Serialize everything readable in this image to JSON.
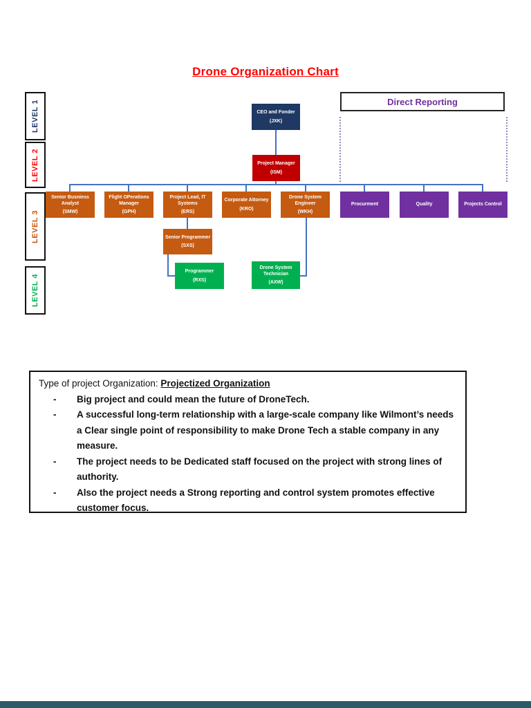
{
  "page": {
    "title": "Drone Organization Chart"
  },
  "legend": {
    "direct_reporting": "Direct Reporting"
  },
  "levels": [
    {
      "label": "LEVEL 1",
      "color": "#1F3864"
    },
    {
      "label": "LEVEL 2",
      "color": "#FF0000"
    },
    {
      "label": "LEVEL 3",
      "color": "#C55A11"
    },
    {
      "label": "LEVEL 4",
      "color": "#00B050"
    }
  ],
  "chart": {
    "nodes": [
      {
        "title": "CEO and Fonder",
        "code": "(JXK)",
        "color": "#1F3864"
      },
      {
        "title": "Project Manager",
        "code": "(ISM)",
        "color": "#C00000"
      },
      {
        "title": "Senior Busniess Analyst",
        "code": "(SMW)",
        "color": "#C55A11"
      },
      {
        "title": "Flight OPerations Manager",
        "code": "(GPH)",
        "color": "#C55A11"
      },
      {
        "title": "Project Lead, IT Systems",
        "code": "(ERS)",
        "color": "#C55A11"
      },
      {
        "title": "Corporate Attorney",
        "code": "(KRO)",
        "color": "#C55A11"
      },
      {
        "title": "Drone System Engineer",
        "code": "(WKH)",
        "color": "#C55A11"
      },
      {
        "title": "Procurment",
        "code": "",
        "color": "#7030A0"
      },
      {
        "title": "Quality",
        "code": "",
        "color": "#7030A0"
      },
      {
        "title": "Projects Control",
        "code": "",
        "color": "#7030A0"
      },
      {
        "title": "Senior Programmer",
        "code": "(SXS)",
        "color": "#C55A11"
      },
      {
        "title": "Programmer",
        "code": "(RXS)",
        "color": "#00B050"
      },
      {
        "title": "Drone System Technician",
        "code": "(AXW)",
        "color": "#00B050"
      }
    ]
  },
  "notes": {
    "heading_prefix": "Type of project Organization: ",
    "heading_emphasis": "Projectized Organization",
    "bullet_marker": "-",
    "bullets": [
      "Big project and could mean the future of DroneTech.",
      "A successful long-term relationship with a large-scale company like Wilmont’s needs a Clear single point of responsibility to make Drone Tech a stable company in any measure.",
      "The project needs to be Dedicated staff focused on the project with strong lines of authority.",
      "Also the project needs a Strong reporting and control system promotes effective customer focus."
    ]
  },
  "colors": {
    "title": "#FF0000",
    "navy": "#1F3864",
    "red": "#C00000",
    "orange": "#C55A11",
    "purple": "#7030A0",
    "green": "#00B050",
    "connector": "#4472C4",
    "direct_reporting_text": "#7030A0",
    "dotted_line": "#9189bb",
    "footer_bar": "#2B5A68"
  }
}
